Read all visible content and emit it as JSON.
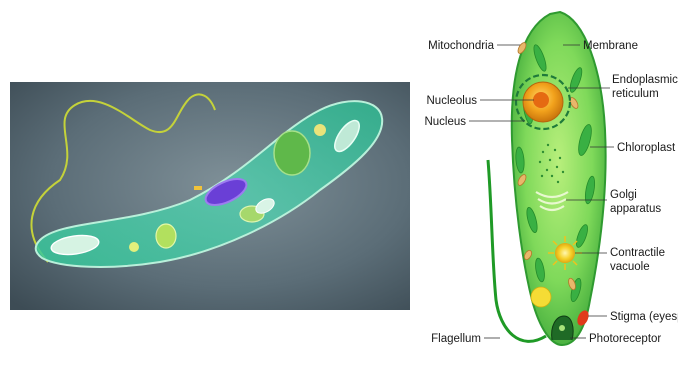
{
  "figure": {
    "left_panel": {
      "subject": "3D render of euglena cell"
    },
    "right_panel": {
      "subject": "labeled euglena diagram"
    }
  },
  "labels": {
    "mitochondria": "Mitochondria",
    "membrane": "Membrane",
    "endoplasmic_line1": "Endoplasmic",
    "endoplasmic_line2": "reticulum",
    "nucleolus": "Nucleolus",
    "nucleus": "Nucleus",
    "chloroplast": "Chloroplast",
    "golgi_line1": "Golgi",
    "golgi_line2": "apparatus",
    "contractile_line1": "Contractile",
    "contractile_line2": "vacuole",
    "stigma": "Stigma (eyespot)",
    "flagellum": "Flagellum",
    "photoreceptor": "Photoreceptor"
  },
  "colors": {
    "background_render": "#5d6f78",
    "cell_green": "#6fd35a",
    "cell_edge": "#3ea83a",
    "nucleus_orange": "#f2a21c",
    "render_cell": "#3fcf9a",
    "render_nucleus": "#6a3fd6"
  }
}
